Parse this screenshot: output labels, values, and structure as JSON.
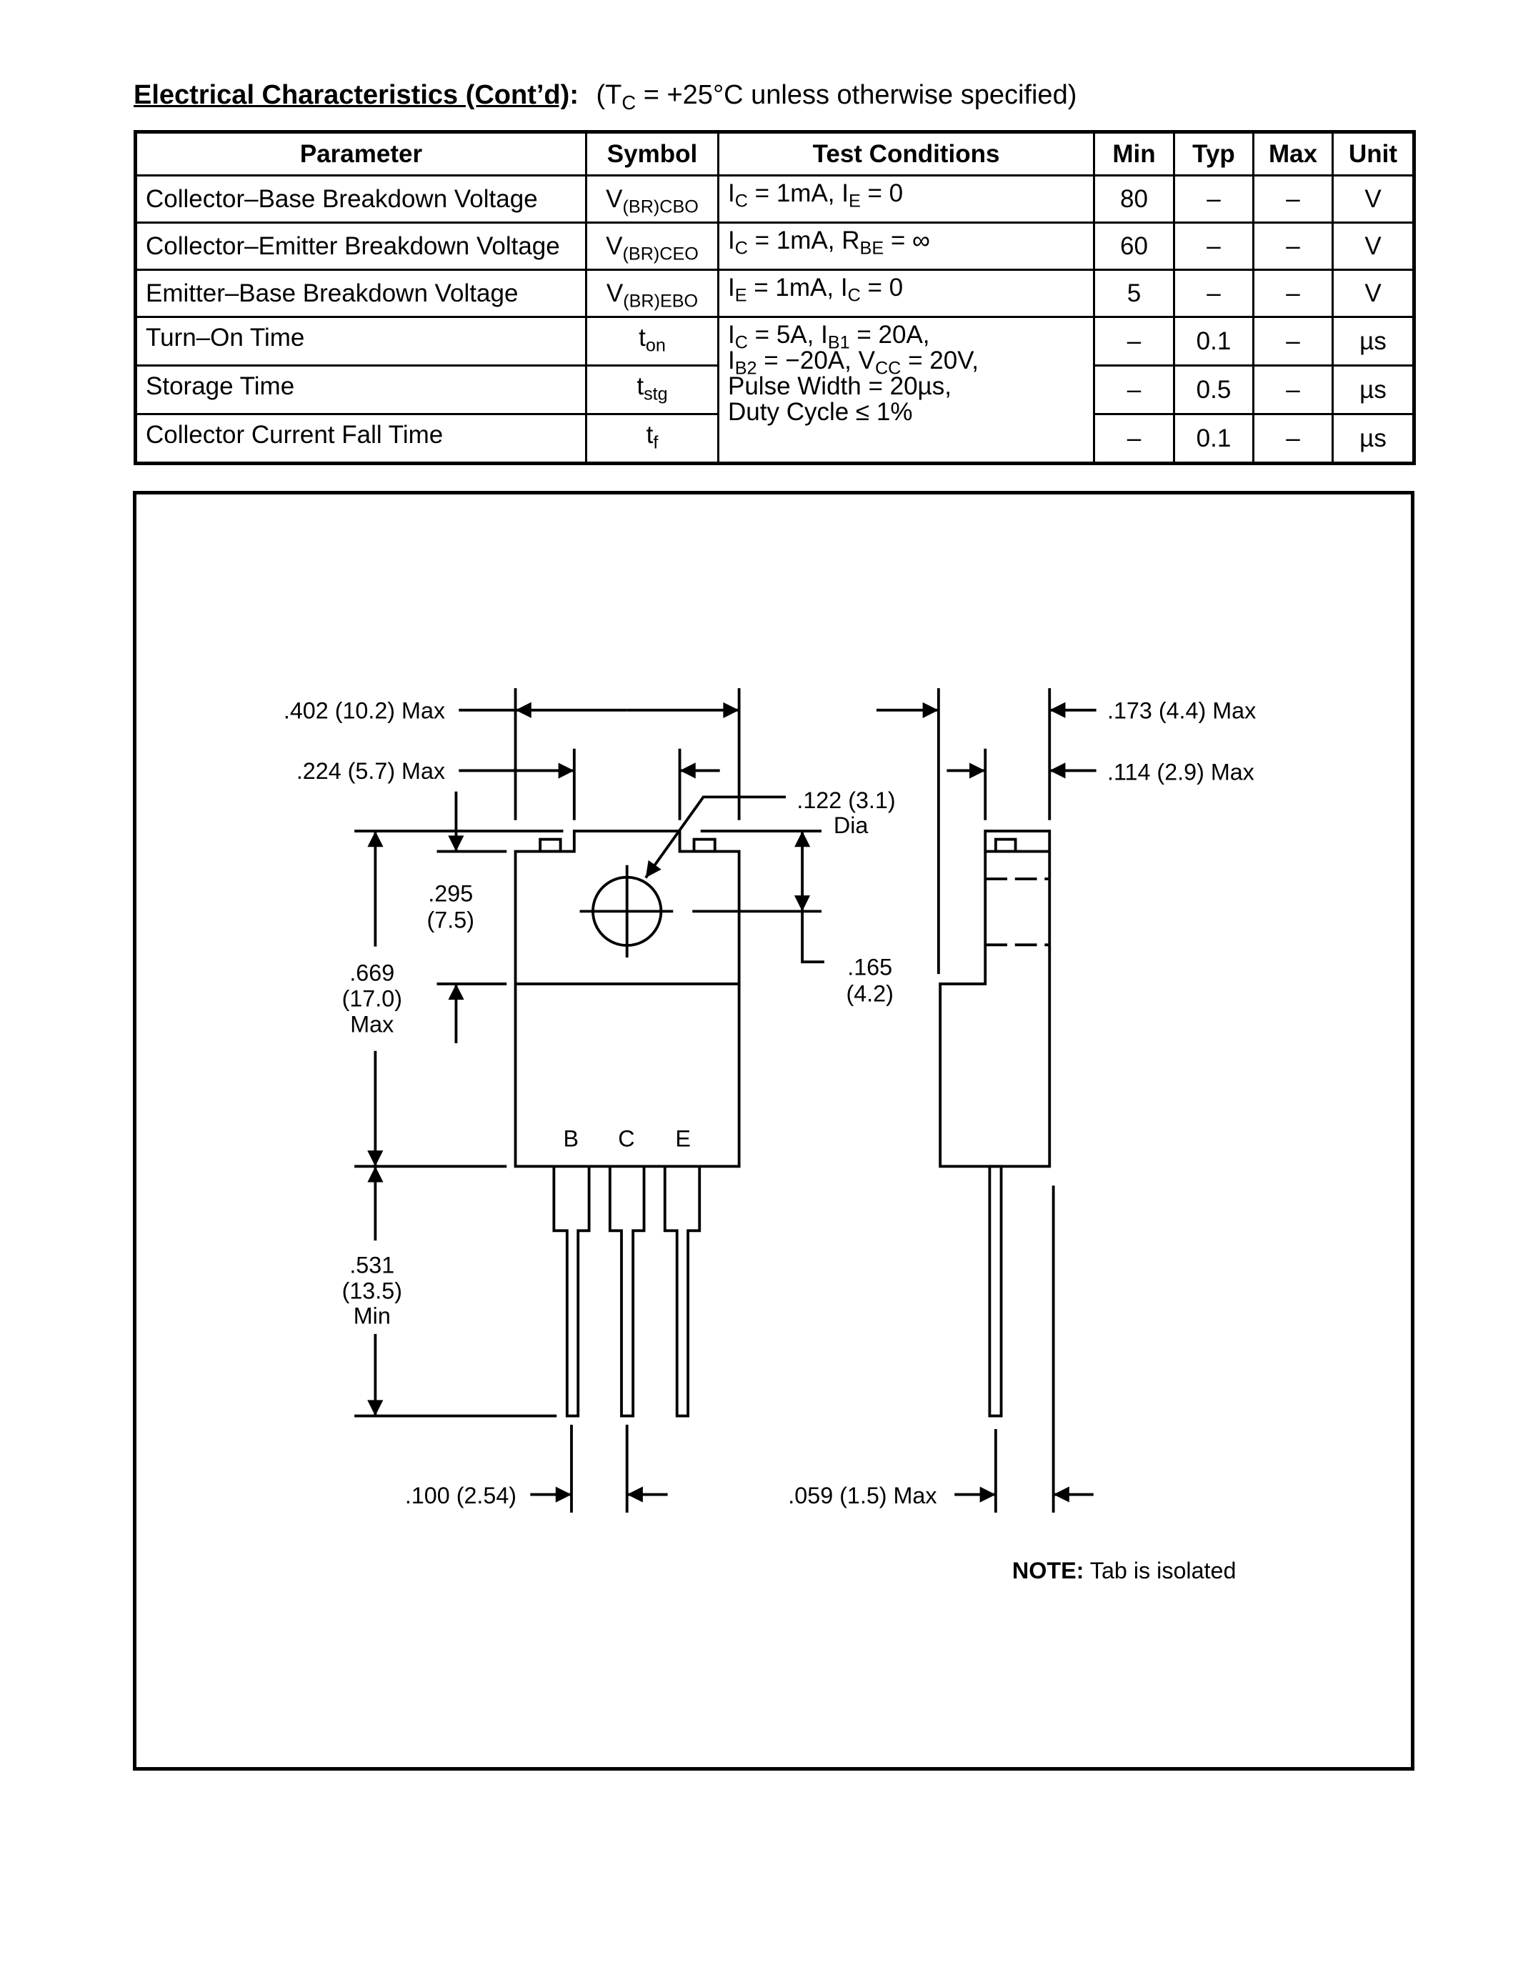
{
  "title": {
    "heading": "Electrical Characteristics (Cont’d)",
    "colon": ":",
    "cond_prefix": "(T",
    "cond_sub": "C",
    "cond_suffix": " = +25°C unless otherwise specified)"
  },
  "table": {
    "headers": [
      "Parameter",
      "Symbol",
      "Test Conditions",
      "Min",
      "Typ",
      "Max",
      "Unit"
    ],
    "rows": [
      {
        "parameter": "Collector–Base Breakdown Voltage",
        "symbol": "V",
        "symbol_sub": "(BR)CBO",
        "conditions": [
          [
            {
              "t": "I"
            },
            {
              "s": "C"
            },
            {
              "t": " = 1mA, I"
            },
            {
              "s": "E"
            },
            {
              "t": " = 0"
            }
          ]
        ],
        "min": "80",
        "typ": "–",
        "max": "–",
        "unit": "V"
      },
      {
        "parameter": "Collector–Emitter Breakdown Voltage",
        "symbol": "V",
        "symbol_sub": "(BR)CEO",
        "conditions": [
          [
            {
              "t": "I"
            },
            {
              "s": "C"
            },
            {
              "t": " = 1mA, R"
            },
            {
              "s": "BE"
            },
            {
              "t": " = ∞"
            }
          ]
        ],
        "min": "60",
        "typ": "–",
        "max": "–",
        "unit": "V"
      },
      {
        "parameter": "Emitter–Base Breakdown Voltage",
        "symbol": "V",
        "symbol_sub": "(BR)EBO",
        "conditions": [
          [
            {
              "t": "I"
            },
            {
              "s": "E"
            },
            {
              "t": " = 1mA, I"
            },
            {
              "s": "C"
            },
            {
              "t": " = 0"
            }
          ]
        ],
        "min": "5",
        "typ": "–",
        "max": "–",
        "unit": "V"
      },
      {
        "parameter": "Turn–On Time",
        "symbol": "t",
        "symbol_sub": "on",
        "conditions": [
          [
            {
              "t": "I"
            },
            {
              "s": "C"
            },
            {
              "t": " = 5A, I"
            },
            {
              "s": "B1"
            },
            {
              "t": " = 20A,"
            }
          ],
          [
            {
              "t": "I"
            },
            {
              "s": "B2"
            },
            {
              "t": " = −20A, V"
            },
            {
              "s": "CC"
            },
            {
              "t": " = 20V,"
            }
          ],
          [
            {
              "t": "Pulse Width = 20µs,"
            }
          ],
          [
            {
              "t": "Duty Cycle ≤ 1%"
            }
          ]
        ],
        "min": "–",
        "typ": "0.1",
        "max": "–",
        "unit": "µs"
      },
      {
        "parameter": "Storage Time",
        "symbol": "t",
        "symbol_sub": "stg",
        "min": "–",
        "typ": "0.5",
        "max": "–",
        "unit": "µs"
      },
      {
        "parameter": "Collector Current Fall Time",
        "symbol": "t",
        "symbol_sub": "f",
        "min": "–",
        "typ": "0.1",
        "max": "–",
        "unit": "µs"
      }
    ]
  },
  "drawing": {
    "dim_width": ".402 (10.2) Max",
    "dim_tab_width": ".224 (5.7) Max",
    "dim_hole": ".122 (3.1)",
    "dim_hole_dia": "Dia",
    "dim_hole_pos_1": ".165",
    "dim_hole_pos_2": "(4.2)",
    "dim_tab_1": ".295",
    "dim_tab_2": "(7.5)",
    "dim_height_1": ".669",
    "dim_height_2": "(17.0)",
    "dim_height_3": "Max",
    "dim_lead_1": ".531",
    "dim_lead_2": "(13.5)",
    "dim_lead_3": "Min",
    "dim_pitch": ".100 (2.54)",
    "dim_lead_thick": ".059 (1.5) Max",
    "dim_depth": ".173 (4.4) Max",
    "dim_tab_thick": ".114 (2.9) Max",
    "pin_b": "B",
    "pin_c": "C",
    "pin_e": "E",
    "note_label": "NOTE:",
    "note_text": " Tab is isolated"
  }
}
